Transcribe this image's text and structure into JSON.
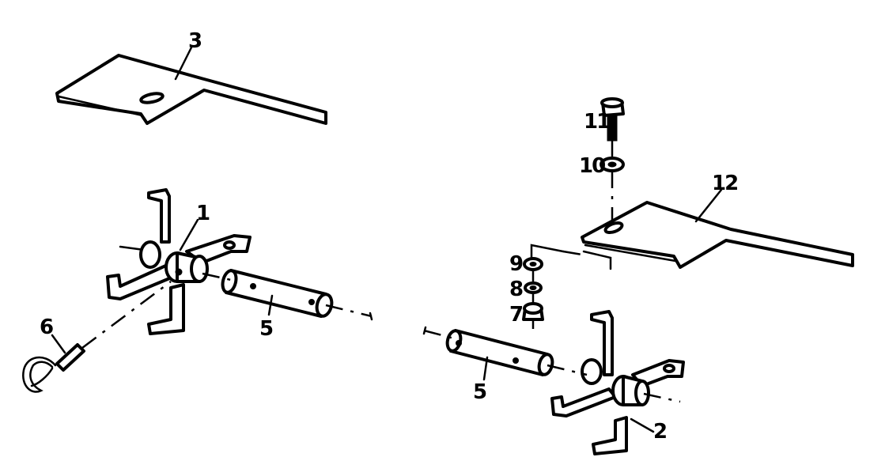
{
  "callouts": {
    "c1": "1",
    "c2": "2",
    "c3": "3",
    "c5a": "5",
    "c5b": "5",
    "c6": "6",
    "c7": "7",
    "c8": "8",
    "c9": "9",
    "c10": "10",
    "c11": "11",
    "c12": "12"
  },
  "colors": {
    "ink": "#000000",
    "paper": "#ffffff"
  }
}
